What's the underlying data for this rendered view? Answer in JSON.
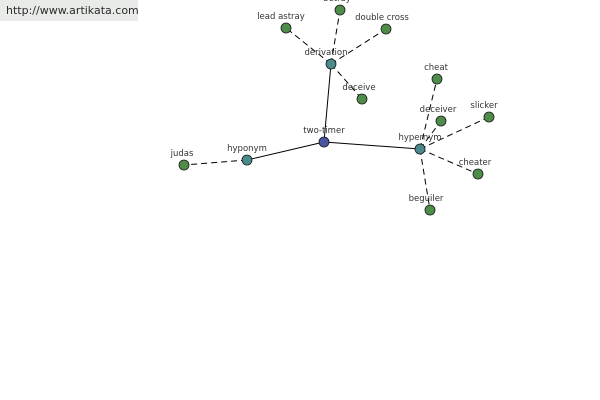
{
  "banner": {
    "text": "http://www.artikata.com"
  },
  "colors": {
    "center": "#4a55a0",
    "relation": "#4a8a8c",
    "term": "#4e8c4a",
    "edge": "#000000"
  },
  "graph": {
    "center": {
      "id": "two-timer",
      "label": "two-timer",
      "type": "center"
    },
    "relations": [
      {
        "id": "derivation",
        "label": "derivation",
        "type": "relation"
      },
      {
        "id": "hyponym",
        "label": "hyponym",
        "type": "relation"
      },
      {
        "id": "hypernym",
        "label": "hypernym",
        "type": "relation"
      }
    ],
    "terms": [
      {
        "id": "betray",
        "label": "betray",
        "parent": "derivation"
      },
      {
        "id": "lead-astray",
        "label": "lead astray",
        "parent": "derivation"
      },
      {
        "id": "double-cross",
        "label": "double cross",
        "parent": "derivation"
      },
      {
        "id": "deceive",
        "label": "deceive",
        "parent": "derivation"
      },
      {
        "id": "judas",
        "label": "judas",
        "parent": "hyponym"
      },
      {
        "id": "cheat",
        "label": "cheat",
        "parent": "hypernym"
      },
      {
        "id": "deceiver",
        "label": "deceiver",
        "parent": "hypernym"
      },
      {
        "id": "slicker",
        "label": "slicker",
        "parent": "hypernym"
      },
      {
        "id": "cheater",
        "label": "cheater",
        "parent": "hypernym"
      },
      {
        "id": "beguiler",
        "label": "beguiler",
        "parent": "hypernym"
      }
    ]
  }
}
